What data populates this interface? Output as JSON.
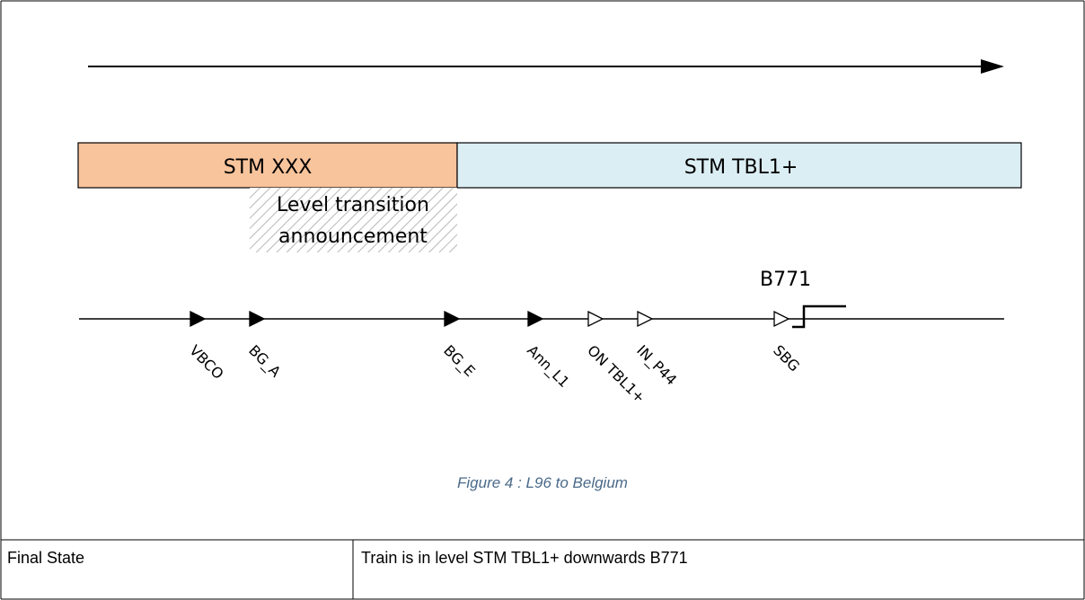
{
  "zones": {
    "left_label": "STM XXX",
    "right_label": "STM TBL1+",
    "left_color": "#f8c49c",
    "right_color": "#dbeef4"
  },
  "announcement": {
    "line1": "Level transition",
    "line2": "announcement"
  },
  "signal": {
    "label": "B771"
  },
  "balises": [
    {
      "label": "VBCO",
      "filled": true
    },
    {
      "label": "BG_A",
      "filled": true
    },
    {
      "label": "BG_E",
      "filled": true
    },
    {
      "label": "Ann_L1",
      "filled": true
    },
    {
      "label": "ON TBL1+",
      "filled": false
    },
    {
      "label": "IN_P44",
      "filled": false
    },
    {
      "label": "SBG",
      "filled": false
    }
  ],
  "caption": "Figure 4 : L96 to Belgium",
  "caption_color": "#4a6a8a",
  "table": {
    "label": "Final State",
    "value": "Train is in level STM TBL1+ downwards B771"
  }
}
